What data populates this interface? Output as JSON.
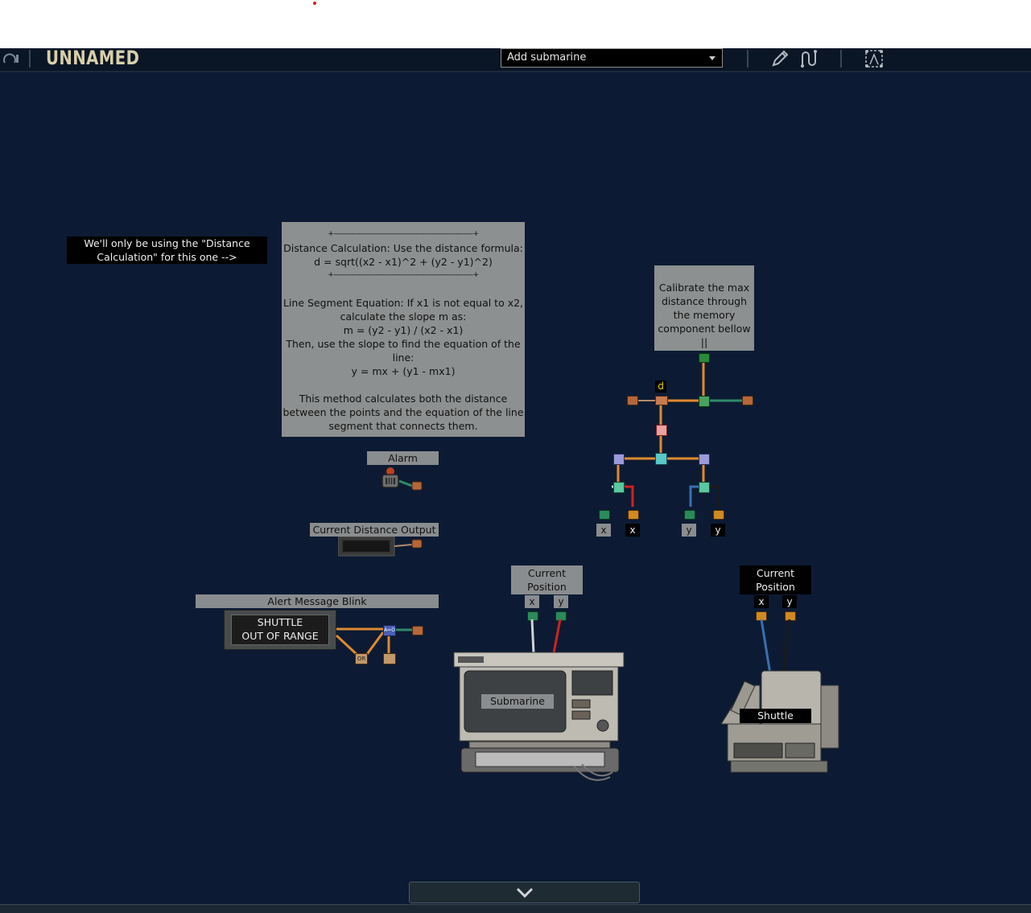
{
  "header": {
    "title": "UNNAMED",
    "sub_select": "Add submarine"
  },
  "notes": {
    "only_using": "We'll only be using the \"Distance Calculation\" for this one -->",
    "formula_lines": [
      "+---------------------------------------------------------------+",
      "Distance Calculation: Use the distance formula:",
      "d = sqrt((x2 - x1)^2 + (y2 - y1)^2)",
      "+---------------------------------------------------------------+",
      "",
      "Line Segment Equation: If x1 is not equal to x2,",
      "calculate the slope m as:",
      "m = (y2 - y1) / (x2 - x1)",
      "Then, use the slope to find the equation of the",
      "line:",
      "y = mx + (y1 - mx1)",
      "",
      "This method calculates both the distance",
      "between the points and the equation of the line",
      "segment that connects them."
    ],
    "calibrate": "Calibrate the max distance through the memory component bellow\n||\nV"
  },
  "labels": {
    "alarm": "Alarm",
    "current_distance_output": "Current Distance Output",
    "alert_message_blink": "Alert Message Blink",
    "shuttle_out_of_range": "SHUTTLE\nOUT OF RANGE",
    "sub_current_position": "Current\nPosition",
    "shuttle_current_position": "Current\nPosition",
    "submarine": "Submarine",
    "shuttle": "Shuttle",
    "d": "d",
    "x": "x",
    "y": "y"
  },
  "components": {
    "and_label": "A=O",
    "or_label": "OR"
  },
  "colors": {
    "canvas": "#0c1b33",
    "wire_orange": "#e08a2e",
    "wire_green": "#2e8a6a",
    "wire_red": "#d42020",
    "wire_blue": "#3a6fb0",
    "wire_white": "#cfd3d8",
    "wire_black": "#1a1a1a"
  }
}
